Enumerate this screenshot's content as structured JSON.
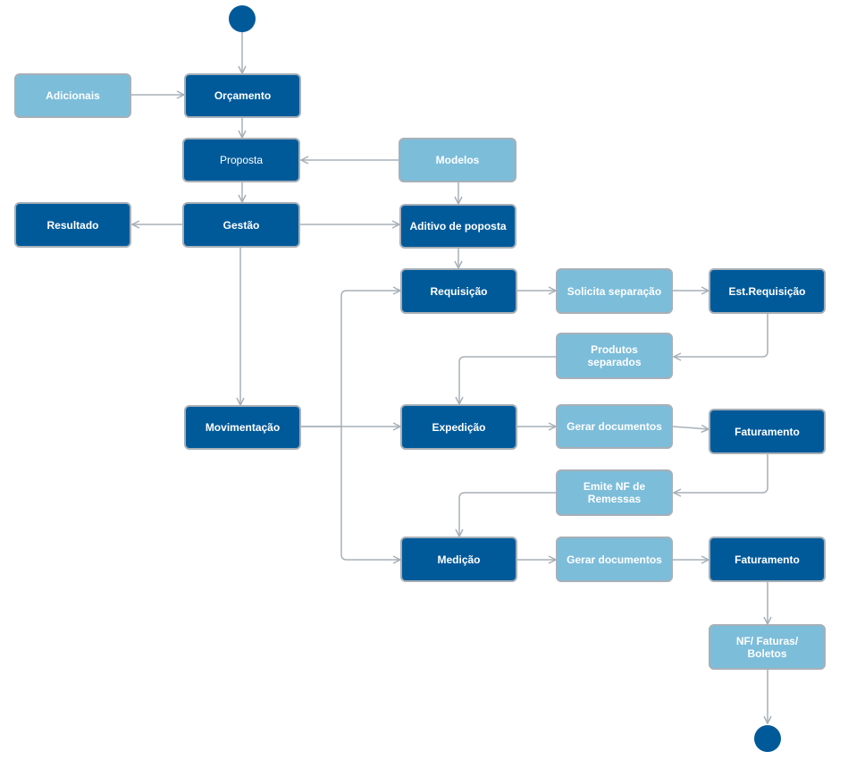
{
  "colors": {
    "dark_node": "#005a9a",
    "light_node": "#7cbdda",
    "border": "#a7b0b8",
    "connector": "#a7b0b8",
    "text": "#ffffff"
  },
  "nodes": {
    "adicionais": "Adicionais",
    "orcamento": "Orçamento",
    "proposta": "Proposta",
    "modelos": "Modelos",
    "resultado": "Resultado",
    "gestao": "Gestão",
    "aditivo": "Aditivo de poposta",
    "requisicao": "Requisição",
    "solicita_separacao": "Solicita separação",
    "est_requisicao": "Est.Requisição",
    "produtos_separados": "Produtos separados",
    "movimentacao": "Movimentação",
    "expedicao": "Expedição",
    "gerar_documentos_1": "Gerar documentos",
    "faturamento_1": "Faturamento",
    "emite_nf": "Emite NF de Remessas",
    "medicao": "Medição",
    "gerar_documentos_2": "Gerar documentos",
    "faturamento_2": "Faturamento",
    "nf_faturas": "NF/ Faturas/ Boletos"
  }
}
